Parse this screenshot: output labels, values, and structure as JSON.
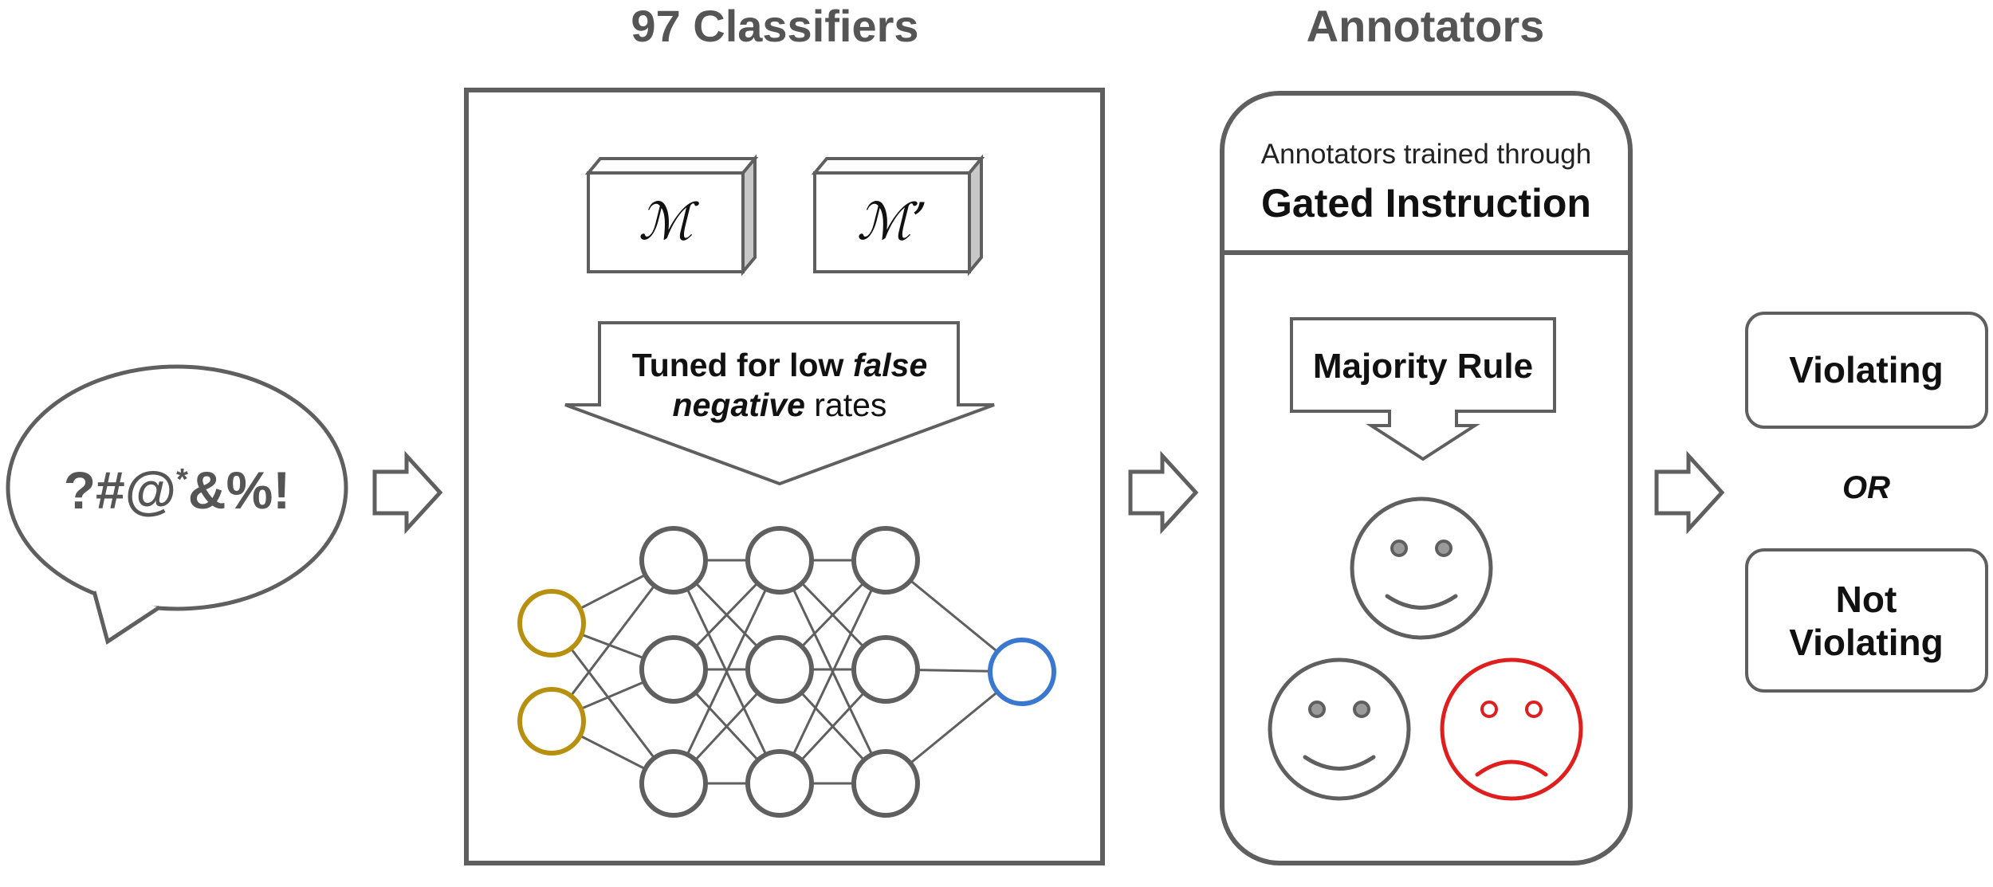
{
  "headings": {
    "classifiers": "97 Classifiers",
    "annotators": "Annotators"
  },
  "speech_bubble": {
    "text_part1": "?#@",
    "text_sup": "*",
    "text_part2": "&%!"
  },
  "models": {
    "model_a": "ℳ",
    "model_b": "ℳ’"
  },
  "tuning_arrow": {
    "line1": "Tuned for low ",
    "line1_italic": "false",
    "line2_italic": "negative",
    "line2": " rates"
  },
  "annotator_panel": {
    "trained_through": "Annotators trained through",
    "method": "Gated Instruction",
    "rule": "Majority Rule"
  },
  "outcomes": {
    "violating": "Violating",
    "or": "OR",
    "not_violating_line1": "Not",
    "not_violating_line2": "Violating"
  },
  "colors": {
    "stroke": "#5f5f5f",
    "input_node": "#b8900f",
    "output_node": "#3a78d0",
    "unhappy_face": "#e01e1e",
    "model_side": "#c8c8c8"
  },
  "network": {
    "input_nodes": 2,
    "hidden_layers": 3,
    "nodes_per_hidden_layer": 3,
    "output_nodes": 1
  }
}
